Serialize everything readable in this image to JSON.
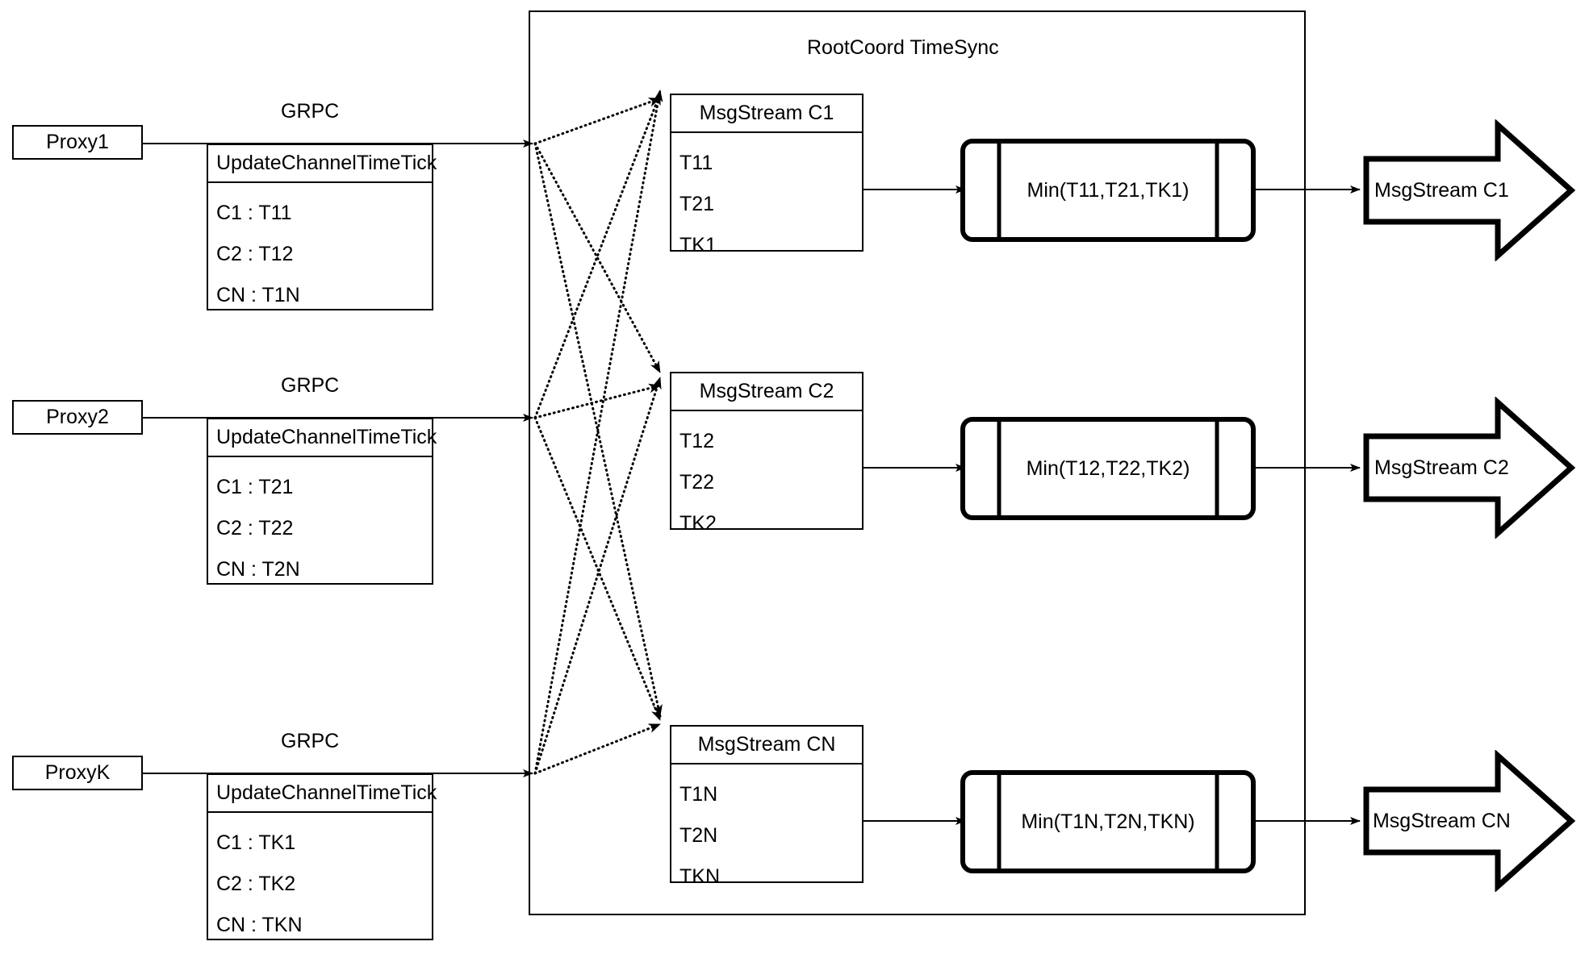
{
  "diagram": {
    "title": "RootCoord TimeSync",
    "background": "#ffffff",
    "stroke": "#000000"
  },
  "proxies": [
    {
      "name": "Proxy1",
      "link_label": "GRPC",
      "request": {
        "header": "UpdateChannelTimeTick",
        "rows": [
          "C1 :  T11",
          "C2 :  T12",
          "CN : T1N"
        ]
      }
    },
    {
      "name": "Proxy2",
      "link_label": "GRPC",
      "request": {
        "header": "UpdateChannelTimeTick",
        "rows": [
          "C1 :  T21",
          "C2 :  T22",
          "CN : T2N"
        ]
      }
    },
    {
      "name": "ProxyK",
      "link_label": "GRPC",
      "request": {
        "header": "UpdateChannelTimeTick",
        "rows": [
          "C1 :  TK1",
          "C2 :  TK2",
          "CN : TKN"
        ]
      }
    }
  ],
  "channels": [
    {
      "stream": {
        "header": "MsgStream C1",
        "rows": [
          "T11",
          "T21",
          "TK1"
        ]
      },
      "min_process": "Min(T11,T21,TK1)",
      "output_arrow": "MsgStream C1"
    },
    {
      "stream": {
        "header": "MsgStream C2",
        "rows": [
          "T12",
          "T22",
          "TK2"
        ]
      },
      "min_process": "Min(T12,T22,TK2)",
      "output_arrow": "MsgStream C2"
    },
    {
      "stream": {
        "header": "MsgStream CN",
        "rows": [
          "T1N",
          "T2N",
          "TKN"
        ]
      },
      "min_process": "Min(T1N,T2N,TKN)",
      "output_arrow": "MsgStream CN"
    }
  ]
}
